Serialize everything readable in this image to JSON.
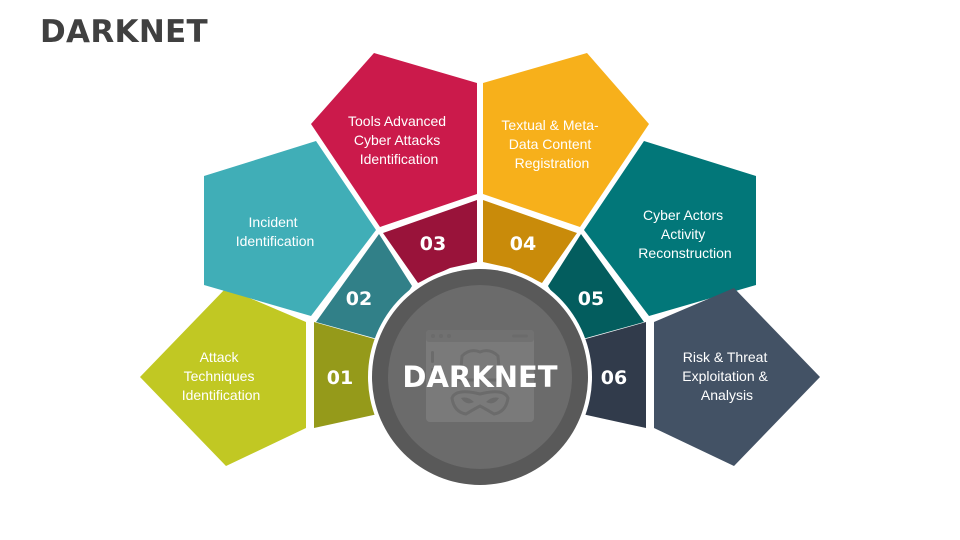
{
  "page": {
    "title": "DARKNET"
  },
  "hub": {
    "label": "DARKNET",
    "icon": "incognito-browser-icon",
    "outer_color": "#595959",
    "inner_color": "#6b6b6b"
  },
  "segments": [
    {
      "number": "01",
      "label_lines": [
        "Attack",
        "Techniques",
        "Identification"
      ],
      "outer_color": "#c1c823",
      "inner_color": "#959a1a"
    },
    {
      "number": "02",
      "label_lines": [
        "Incident",
        "Identification"
      ],
      "outer_color": "#40aeb7",
      "inner_color": "#318088"
    },
    {
      "number": "03",
      "label_lines": [
        "Tools Advanced",
        "Cyber Attacks",
        "Identification"
      ],
      "outer_color": "#cb1a4b",
      "inner_color": "#99133a"
    },
    {
      "number": "04",
      "label_lines": [
        "Textual & Meta-",
        "Data Content",
        "Registration"
      ],
      "outer_color": "#f7b01b",
      "inner_color": "#c98b0a"
    },
    {
      "number": "05",
      "label_lines": [
        "Cyber Actors",
        "Activity",
        "Reconstruction"
      ],
      "outer_color": "#027779",
      "inner_color": "#035d5e"
    },
    {
      "number": "06",
      "label_lines": [
        "Risk & Threat",
        "Exploitation &",
        "Analysis"
      ],
      "outer_color": "#435265",
      "inner_color": "#313b4b"
    }
  ]
}
